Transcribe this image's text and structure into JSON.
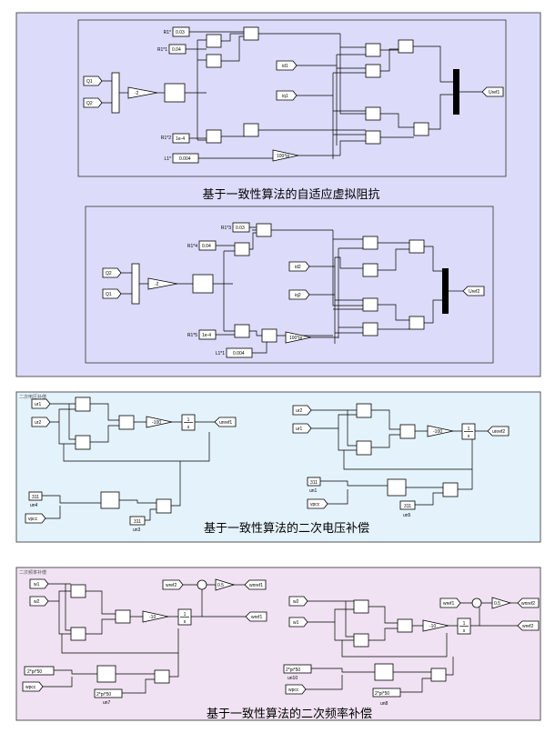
{
  "panels": {
    "top": {
      "bg": "#dcdcfa",
      "title1": "基于一致性算法的自适应虚拟阻抗",
      "sub1": {
        "inputs": [
          "Q1",
          "Q2"
        ],
        "gain": "-2",
        "consts": [
          "0.03",
          "0.04",
          "1e-4",
          "0.004"
        ],
        "const_labels": [
          "R1*",
          "R1*1",
          "R1*2",
          "L1*"
        ],
        "ref_inputs": [
          "id1",
          "iq1"
        ],
        "gain2": "100*pi",
        "output": "Uref1"
      },
      "sub2": {
        "inputs": [
          "Q2",
          "Q1"
        ],
        "gain": "-2",
        "consts": [
          "0.03",
          "0.04",
          "1e-4",
          "0.004"
        ],
        "const_labels": [
          "R1*3",
          "R1*4",
          "R1*5",
          "L1*1"
        ],
        "ref_inputs": [
          "id2",
          "iq2"
        ],
        "gain2": "100*pi",
        "output": "Uref2"
      }
    },
    "middle": {
      "bg": "#e4f2fb",
      "corner": "二次电压补偿",
      "title": "基于一致性算法的二次电压补偿",
      "left": {
        "inputs": [
          "ur1",
          "ur2"
        ],
        "gain": "-100",
        "integrator": [
          "1",
          "s"
        ],
        "output": "unref1",
        "const": "311",
        "const_label": "un3",
        "const_in": "311",
        "const_in_label": "un4",
        "vpcc": "vpcc"
      },
      "right": {
        "inputs": [
          "ur2",
          "ur1"
        ],
        "gain": "-100",
        "integrator": [
          "1",
          "s"
        ],
        "output": "unref2",
        "const": "311",
        "const_label": "un5",
        "const_in": "311",
        "const_in_label": "un1",
        "vpcc": "vpcc"
      }
    },
    "bottom": {
      "bg": "#f0e2f2",
      "corner": "二次频率补偿",
      "title": "基于一致性算法的二次频率补偿",
      "left": {
        "inputs": [
          "w1",
          "w2"
        ],
        "gain": "-10",
        "integrator": [
          "1",
          "s"
        ],
        "output": "wref1",
        "wref_in": "wref2",
        "gain_half": "0.5",
        "wnref": "wnref1",
        "const": "2*pi*50",
        "const_label": "un7",
        "const_in": "2*pi*50",
        "wpcc": "wpcc"
      },
      "right": {
        "inputs": [
          "w2",
          "w1"
        ],
        "gain": "-10",
        "integrator": [
          "1",
          "s"
        ],
        "output": "wref2",
        "wref_in": "wref1",
        "gain_half": "0.5",
        "wnref": "wnref2",
        "const": "2*pi*50",
        "const_label": "un8",
        "const_in": "2*pi*50",
        "const_in_label": "un10",
        "wpcc": "wpcc"
      }
    }
  }
}
